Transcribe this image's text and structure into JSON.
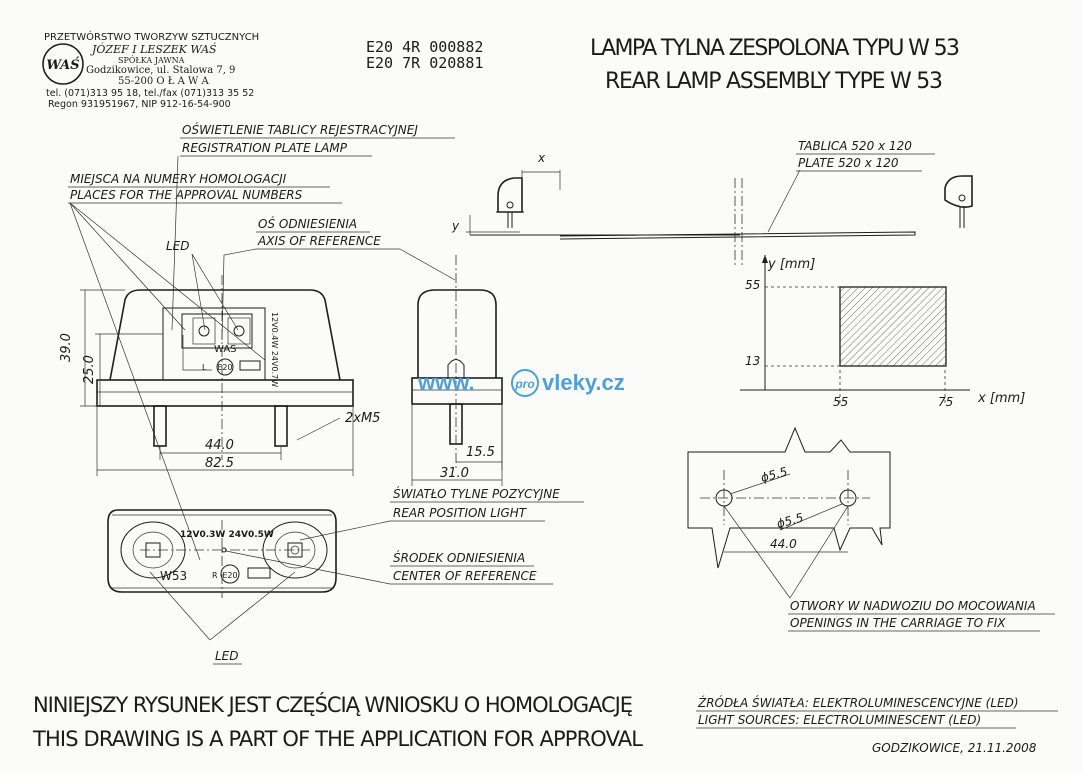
{
  "company": {
    "name": "PRZETWÓRSTWO TWORZYW SZTUCZNYCH",
    "owners": "JÓZEF I LESZEK WAŚ",
    "form": "SPÓŁKA JAWNA",
    "street": "Godzikowice, ul. Stalowa 7, 9",
    "city": "55-200  O Ł A W A",
    "phone": "tel. (071)313 95 18, tel./fax (071)313 35 52",
    "regon": "Regon 931951967, NIP 912-16-54-900",
    "logo_letters": "WAŚ"
  },
  "approval": {
    "line1": "E20  4R  000882",
    "line2": "E20  7R  020881"
  },
  "title": {
    "pl": "LAMPA TYLNA ZESPOLONA TYPU W 53",
    "en": "REAR LAMP ASSEMBLY TYPE W 53"
  },
  "labels": {
    "plate_lamp_pl": "OŚWIETLENIE TABLICY REJESTRACYJNEJ",
    "plate_lamp_en": "REGISTRATION PLATE LAMP",
    "approval_places_pl": "MIEJSCA NA NUMERY HOMOLOGACJI",
    "approval_places_en": "PLACES FOR THE APPROVAL NUMBERS",
    "axis_pl": "OŚ ODNIESIENIA",
    "axis_en": "AXIS OF REFERENCE",
    "led": "LED",
    "rear_light_pl": "ŚWIATŁO TYLNE POZYCYJNE",
    "rear_light_en": "REAR POSITION LIGHT",
    "center_pl": "ŚRODEK ODNIESIENIA",
    "center_en": "CENTER OF REFERENCE",
    "openings_pl": "OTWORY W NADWOZIU DO MOCOWANIA",
    "openings_en": "OPENINGS IN THE CARRIAGE TO FIX",
    "plate_pl": "TABLICA 520 x 120",
    "plate_en": "PLATE 520 x 120",
    "sources_pl": "ŹRÓDŁA ŚWIATŁA: ELEKTROLUMINESCENCYJNE (LED)",
    "sources_en": "LIGHT SOURCES: ELECTROLUMINESCENT (LED)",
    "footer_pl": "NINIEJSZY RYSUNEK JEST CZĘŚCIĄ WNIOSKU O HOMOLOGACJĘ",
    "footer_en": "THIS DRAWING IS A PART OF THE APPLICATION FOR APPROVAL",
    "date": "GODZIKOWICE, 21.11.2008"
  },
  "dims": {
    "h39": "39.0",
    "h25": "25.0",
    "w44": "44.0",
    "w825": "82.5",
    "thread": "2xM5",
    "w155": "15.5",
    "w31": "31.0",
    "hole1": "ϕ5.5",
    "hole2": "ϕ5.5",
    "hole_dist": "44.0"
  },
  "lamp_marks": {
    "brand": "WAS",
    "e_mark": "E20",
    "prefix_l": "L",
    "prefix_r": "R",
    "rating": "12V0.4W 24V0.7W",
    "rating_bottom": "12V0.3W  24V0.5W",
    "model": "W53"
  },
  "plot": {
    "y_label": "y [mm]",
    "x_label": "x [mm]",
    "y_ticks": [
      "55",
      "13"
    ],
    "x_ticks": [
      "55",
      "75"
    ]
  },
  "side_marks": {
    "x": "x",
    "y": "y"
  },
  "watermark": {
    "prefix": "www.",
    "badge": "pro",
    "suffix": "vleky.cz"
  }
}
